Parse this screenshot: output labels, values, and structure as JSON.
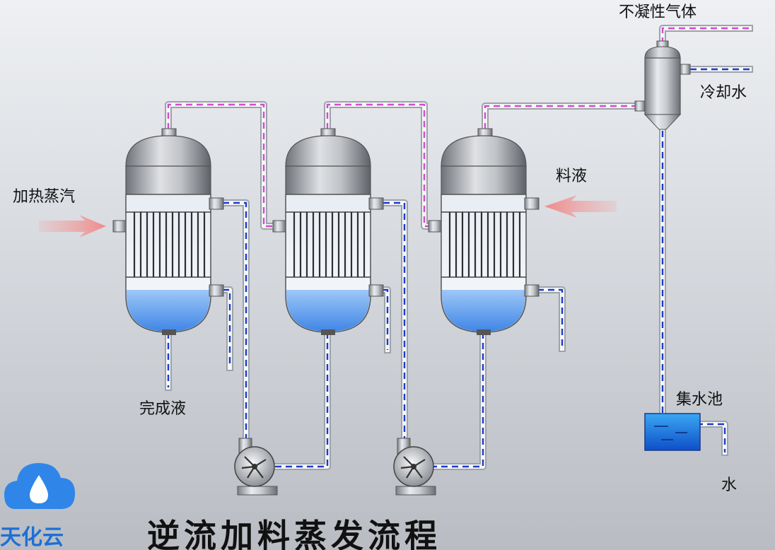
{
  "diagram_title": "逆流加料蒸发流程",
  "labels": {
    "heating_steam": "加热蒸汽",
    "feed_liquid": "料液",
    "finished_liquid": "完成液",
    "non_condensable_gas": "不凝性气体",
    "cooling_water": "冷却水",
    "water_collection_pool": "集水池",
    "water": "水"
  },
  "brand": {
    "name": "天化云"
  },
  "colors": {
    "steam_flow": "#d24bd0",
    "liquid_flow": "#1b3cc9",
    "liquid_fill": "#4a93ee",
    "inlet_arrow": "#f4a0a0"
  }
}
